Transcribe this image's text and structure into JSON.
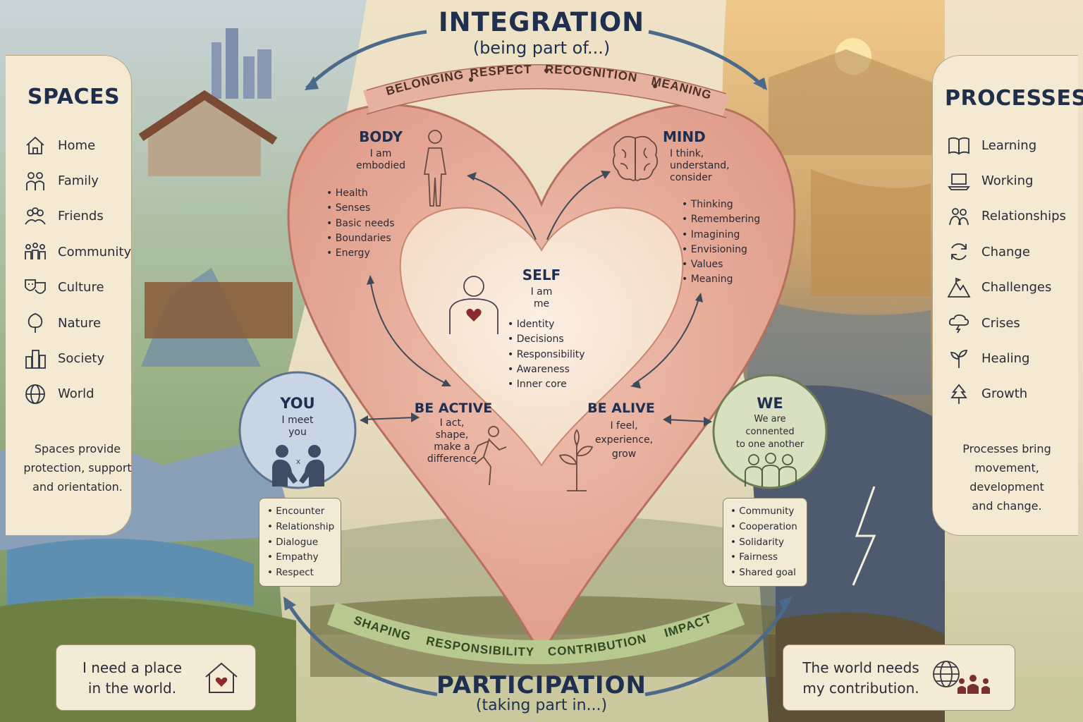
{
  "integration": {
    "title": "INTEGRATION",
    "subtitle": "(being part of...)"
  },
  "participation": {
    "title": "PARTICIPATION",
    "subtitle": "(taking part in...)"
  },
  "top_ribbon": [
    "BELONGING",
    "RESPECT",
    "RECOGNITION",
    "MEANING"
  ],
  "bottom_ribbon": [
    "SHAPING",
    "RESPONSIBILITY",
    "CONTRIBUTION",
    "IMPACT"
  ],
  "spaces": {
    "title": "SPACES",
    "items": [
      {
        "label": "Home",
        "icon": "house-icon"
      },
      {
        "label": "Family",
        "icon": "family-icon"
      },
      {
        "label": "Friends",
        "icon": "friends-icon"
      },
      {
        "label": "Community",
        "icon": "community-icon"
      },
      {
        "label": "Culture",
        "icon": "theater-masks-icon"
      },
      {
        "label": "Nature",
        "icon": "tree-icon"
      },
      {
        "label": "Society",
        "icon": "buildings-icon"
      },
      {
        "label": "World",
        "icon": "globe-icon"
      }
    ],
    "note": [
      "Spaces provide",
      "protection, support",
      "and orientation."
    ]
  },
  "processes": {
    "title": "PROCESSES",
    "items": [
      {
        "label": "Learning",
        "icon": "book-icon"
      },
      {
        "label": "Working",
        "icon": "laptop-icon"
      },
      {
        "label": "Relationships",
        "icon": "people-icon"
      },
      {
        "label": "Change",
        "icon": "cycle-icon"
      },
      {
        "label": "Challenges",
        "icon": "mountain-icon"
      },
      {
        "label": "Crises",
        "icon": "storm-cloud-icon"
      },
      {
        "label": "Healing",
        "icon": "sprout-icon"
      },
      {
        "label": "Growth",
        "icon": "growth-tree-icon"
      }
    ],
    "note": [
      "Processes bring",
      "movement, development",
      "and change."
    ]
  },
  "body": {
    "title": "BODY",
    "sub": [
      "I am",
      "embodied"
    ],
    "items": [
      "Health",
      "Senses",
      "Basic needs",
      "Boundaries",
      "Energy"
    ]
  },
  "mind": {
    "title": "MIND",
    "sub": [
      "I think,",
      "understand,",
      "consider"
    ],
    "items": [
      "Thinking",
      "Remembering",
      "Imagining",
      "Envisioning",
      "Values",
      "Meaning"
    ]
  },
  "self": {
    "title": "SELF",
    "sub": [
      "I am",
      "me"
    ],
    "items": [
      "Identity",
      "Decisions",
      "Responsibility",
      "Awareness",
      "Inner core"
    ]
  },
  "be_active": {
    "title": "BE ACTIVE",
    "sub": [
      "I act,",
      "shape,",
      "make a",
      "difference"
    ]
  },
  "be_alive": {
    "title": "BE ALIVE",
    "sub": [
      "I feel,",
      "experience,",
      "grow"
    ]
  },
  "you": {
    "title": "YOU",
    "sub": [
      "I meet",
      "you"
    ],
    "items": [
      "Encounter",
      "Relationship",
      "Dialogue",
      "Empathy",
      "Respect"
    ]
  },
  "we": {
    "title": "WE",
    "sub": [
      "We are",
      "connented",
      "to one another"
    ],
    "items": [
      "Community",
      "Cooperation",
      "Solidarity",
      "Fairness",
      "Shared goal"
    ]
  },
  "bottom_left": [
    "I need a place",
    "in the world."
  ],
  "bottom_right": [
    "The world needs",
    "my contribution."
  ],
  "colors": {
    "navy": "#1e2f50",
    "heart": "#e9a89a",
    "inner_heart": "#f6e4d3",
    "ribbon_green": "#b8c98f",
    "you_blue": "#c9d5e4",
    "we_green": "#d9e0c2"
  }
}
